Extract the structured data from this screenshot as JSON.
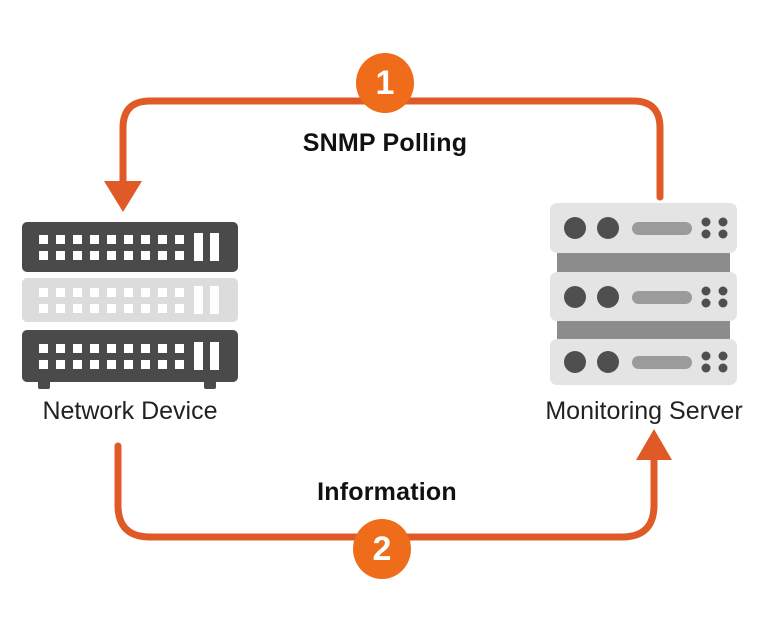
{
  "diagram": {
    "steps": [
      {
        "number": "1",
        "label": "SNMP Polling"
      },
      {
        "number": "2",
        "label": "Information"
      }
    ],
    "nodes": [
      {
        "label": "Network Device",
        "icon": "network-device-icon"
      },
      {
        "label": "Monitoring Server",
        "icon": "monitoring-server-icon"
      }
    ]
  },
  "colors": {
    "badge": "#ee6c1a",
    "arrow": "#e05a28",
    "step-text": "#ffffff",
    "heading-text": "#111111",
    "label-text": "#222222",
    "switch-dark": "#4a4a4a",
    "switch-light": "#dcdcdc",
    "switch-detail": "#ffffff",
    "server-light": "#e4e4e4",
    "server-band": "#8c8c8c",
    "server-dark": "#4f4f4f",
    "server-pill": "#9b9b9b",
    "background": "#ffffff"
  }
}
